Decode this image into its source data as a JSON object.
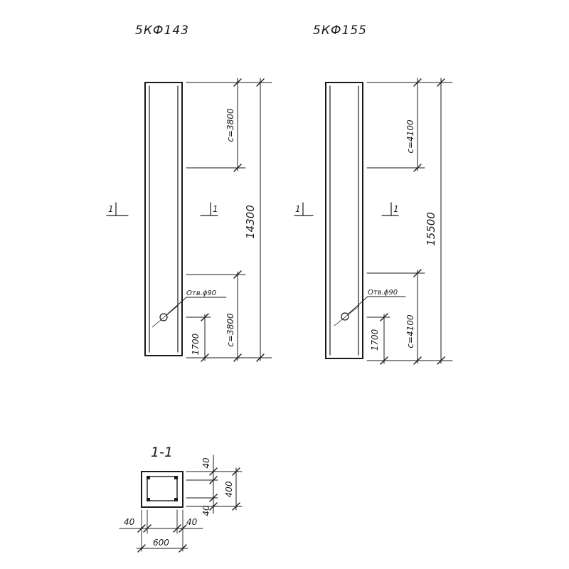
{
  "panels": [
    {
      "mark": "5КФ143",
      "dim_top": "c=3800",
      "dim_total": "14300",
      "dim_bottom": "c=3800",
      "dim_hole": "1700",
      "hole_note": "Отв.ϕ90",
      "cut_left": "1",
      "cut_right": "1"
    },
    {
      "mark": "5КФ155",
      "dim_top": "c=4100",
      "dim_total": "15500",
      "dim_bottom": "c=4100",
      "dim_hole": "1700",
      "hole_note": "Отв.ϕ90",
      "cut_left": "1",
      "cut_right": "1"
    }
  ],
  "section": {
    "title": "1-1",
    "dim_cover_top": "40",
    "dim_inner": "400",
    "dim_cover_bottom": "40",
    "dim_cover_left": "40",
    "dim_cover_right": "40",
    "dim_width": "600"
  }
}
